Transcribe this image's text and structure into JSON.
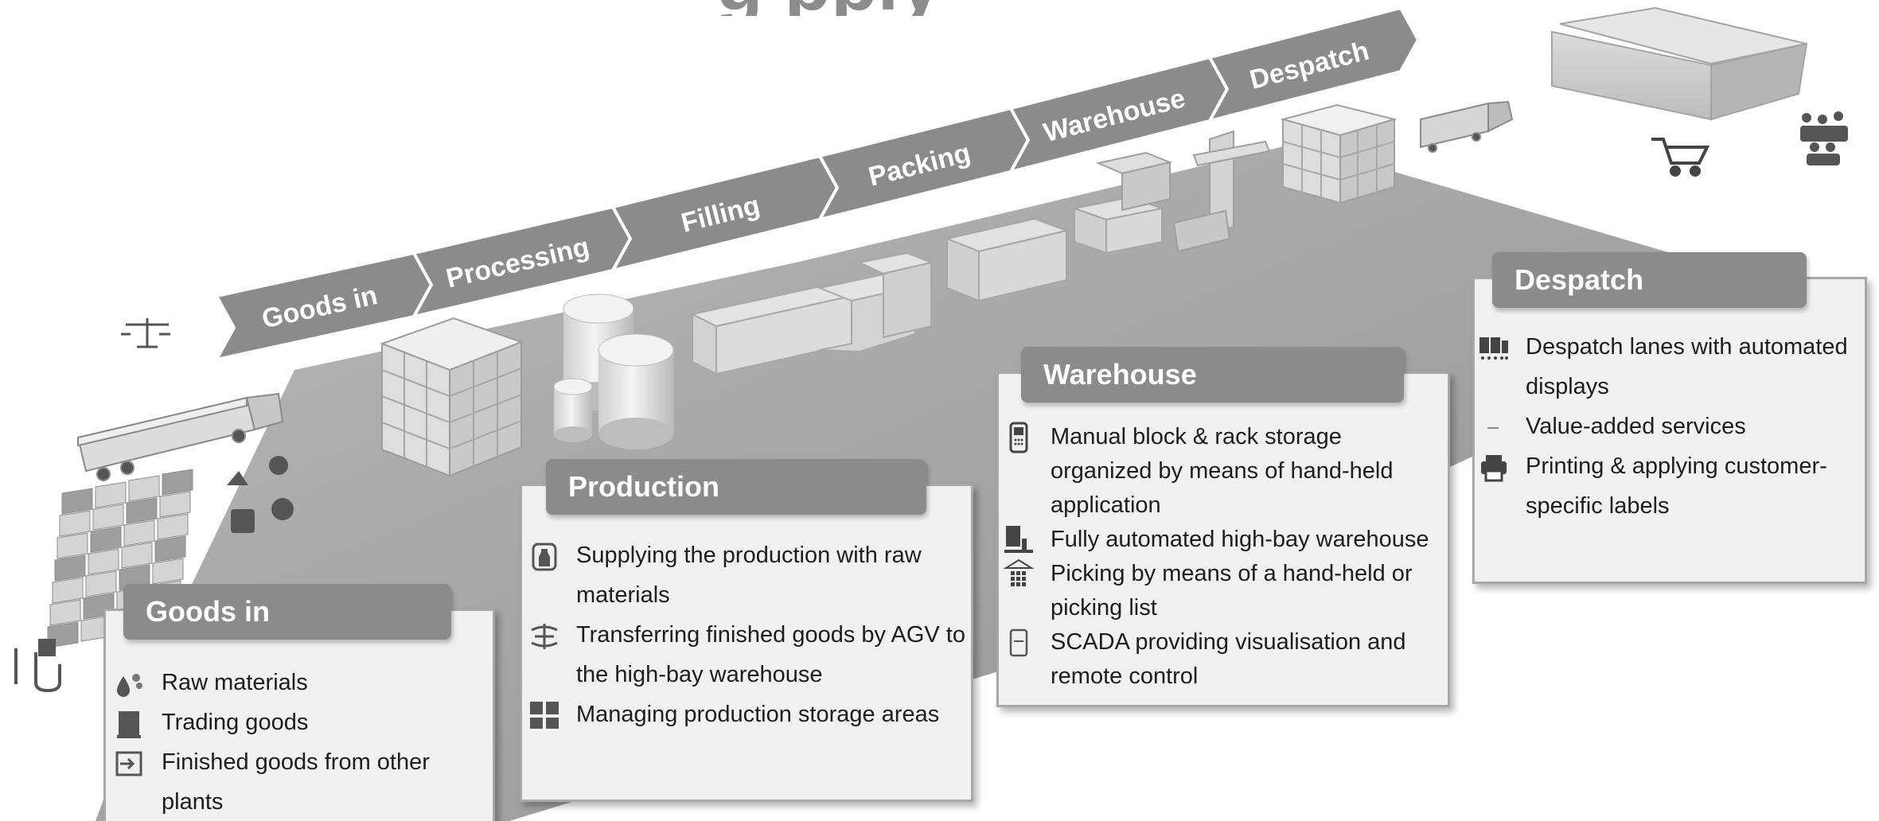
{
  "header": {
    "title_fragment": "g     pply"
  },
  "process_steps": [
    {
      "label": "Goods in"
    },
    {
      "label": "Processing"
    },
    {
      "label": "Filling"
    },
    {
      "label": "Packing"
    },
    {
      "label": "Warehouse"
    },
    {
      "label": "Despatch"
    }
  ],
  "panels": {
    "goods_in": {
      "title": "Goods in",
      "items": [
        {
          "icon": "raw-materials-icon",
          "text": "Raw materials"
        },
        {
          "icon": "trading-goods-icon",
          "text": "Trading goods"
        },
        {
          "icon": "transfer-in-icon",
          "text": "Finished goods from other plants"
        }
      ]
    },
    "production": {
      "title": "Production",
      "items": [
        {
          "icon": "raw-supply-icon",
          "text": "Supplying the production with raw materials"
        },
        {
          "icon": "agv-icon",
          "text": "Transferring finished goods by AGV to the high-bay warehouse"
        },
        {
          "icon": "storage-areas-icon",
          "text": "Managing production storage areas"
        }
      ]
    },
    "warehouse": {
      "title": "Warehouse",
      "items": [
        {
          "icon": "handheld-scanner-icon",
          "text": "Manual block & rack storage organized by means of hand-held application"
        },
        {
          "icon": "high-bay-icon",
          "text": "Fully automated high-bay warehouse"
        },
        {
          "icon": "picking-icon",
          "text": "Picking by means of a hand-held or picking list"
        },
        {
          "icon": "scada-icon",
          "text": "SCADA providing visualisation and remote control"
        }
      ]
    },
    "despatch": {
      "title": "Despatch",
      "items": [
        {
          "icon": "despatch-lanes-icon",
          "text": "Despatch lanes with automated displays"
        },
        {
          "icon": "value-added-icon",
          "text": "Value-added services"
        },
        {
          "icon": "printer-icon",
          "text": "Printing & applying customer-specific labels"
        }
      ]
    }
  },
  "colors": {
    "arrow_fill": "#8b8b8b",
    "floor": "#a9a9a9",
    "panel_bg": "#f1f1f1",
    "panel_border": "#a7a7a7",
    "panel_header": "#8b8b8b"
  }
}
